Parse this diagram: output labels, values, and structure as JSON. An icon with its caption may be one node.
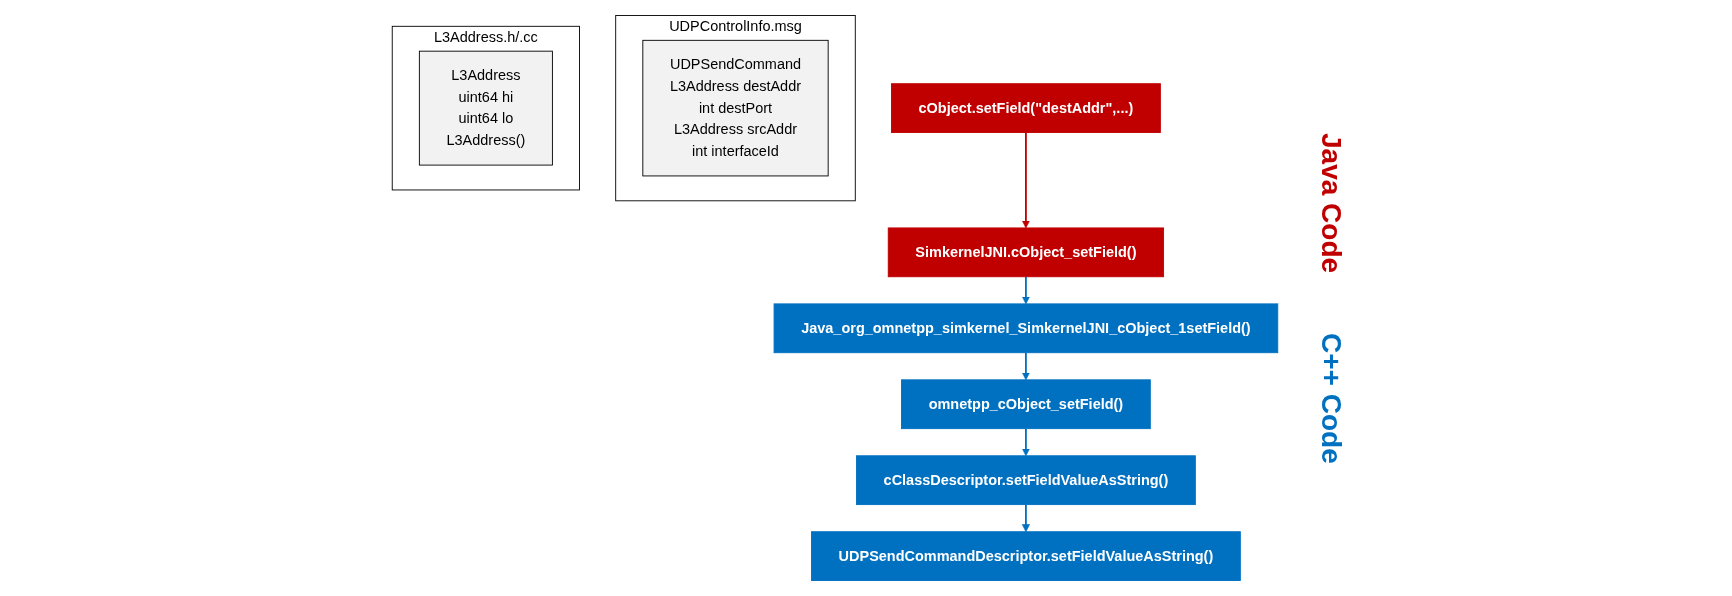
{
  "diagram": {
    "nodes": [
      {
        "text": [
          "cObject.setField(\"destAddr\",...)"
        ]
      },
      {
        "text": [
          "SimkernelJNI.cObject_setField()"
        ]
      },
      {
        "text": [
          "Java_org_omnetpp_simkernel_SimkernelJNI_cObject_1setField()"
        ]
      },
      {
        "text": [
          "omnetpp_cObject_setField()"
        ]
      },
      {
        "text": [
          "cClassDescriptor.setFieldValueAsString()"
        ]
      },
      {
        "text": [
          "UDPSendCommandDescriptor.setFieldValueAsString()"
        ]
      },
      {
        "text": [
          "UDPControlInfo.msg"
        ]
      },
      {
        "text": [
          "UDPSendCommand",
          "L3Address destAddr",
          "int destPort",
          "L3Address srcAddr",
          "int interfaceId"
        ],
        "in": 6
      },
      {
        "text": [
          "L3Address.h/.cc"
        ]
      },
      {
        "text": [
          "L3Address",
          "uint64 hi",
          "uint64 lo",
          "L3Address()"
        ],
        "in": 8
      }
    ],
    "edges": [
      {
        "from": 0,
        "to": 1,
        "arrow": "to",
        "color": "#c00000"
      },
      {
        "from": 1,
        "to": 2,
        "arrow": "to"
      },
      {
        "from": 2,
        "to": 3,
        "arrow": "to"
      },
      {
        "from": 3,
        "to": 4,
        "arrow": "to"
      },
      {
        "from": 4,
        "to": 5,
        "arrow": "to"
      }
    ],
    "labels": [
      "Java Code",
      "C++ Code"
    ]
  }
}
